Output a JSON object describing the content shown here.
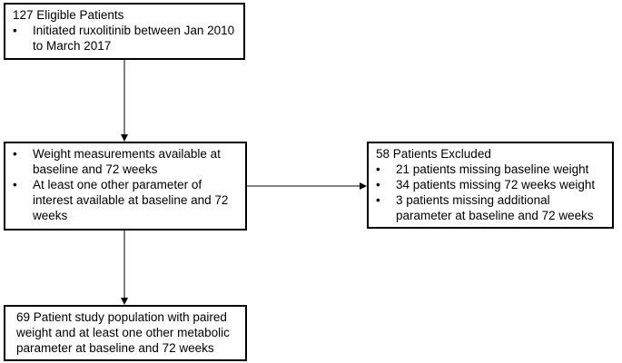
{
  "eligible": {
    "title": "127 Eligible Patients",
    "bullets": [
      "Initiated ruxolitinib between Jan 2010 to March 2017"
    ]
  },
  "criteria": {
    "bullets": [
      "Weight measurements available at baseline and 72 weeks",
      "At least one other parameter of interest available at baseline and 72 weeks"
    ]
  },
  "excluded": {
    "title": "58 Patients Excluded",
    "bullets": [
      "21 patients missing baseline weight",
      "34 patients missing 72 weeks weight",
      "3 patients missing additional parameter at baseline and 72 weeks"
    ]
  },
  "population": {
    "title": "69 Patient study population with paired weight and at least one other metabolic parameter at baseline and 72 weeks"
  },
  "bullet_symbol": "•"
}
